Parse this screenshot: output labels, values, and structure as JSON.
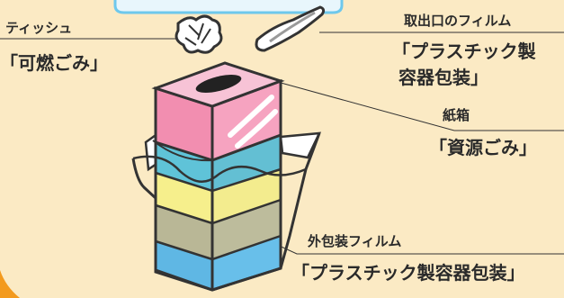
{
  "labels": {
    "tissue": "ティッシュ",
    "tissue_category": "「可燃ごみ」",
    "opening_film": "取出口のフィルム",
    "opening_category_line1": "「プラスチック製",
    "opening_category_line2": "容器包装」",
    "box": "紙箱",
    "box_category": "「資源ごみ」",
    "outer_film": "外包装フィルム",
    "outer_category": "「プラスチック製容器包装」"
  },
  "colors": {
    "background": "#fbeac4",
    "frame_blue": "#6ec8ec",
    "box_pink": "#f28eb0",
    "box_top": "#f7c3d6",
    "layer_blue": "#5fc3d8",
    "layer_yellow": "#f6ef8c",
    "layer_khaki": "#b9b796",
    "layer_lightblue": "#5fb7e4",
    "accent_orange": "#f39a1e"
  }
}
